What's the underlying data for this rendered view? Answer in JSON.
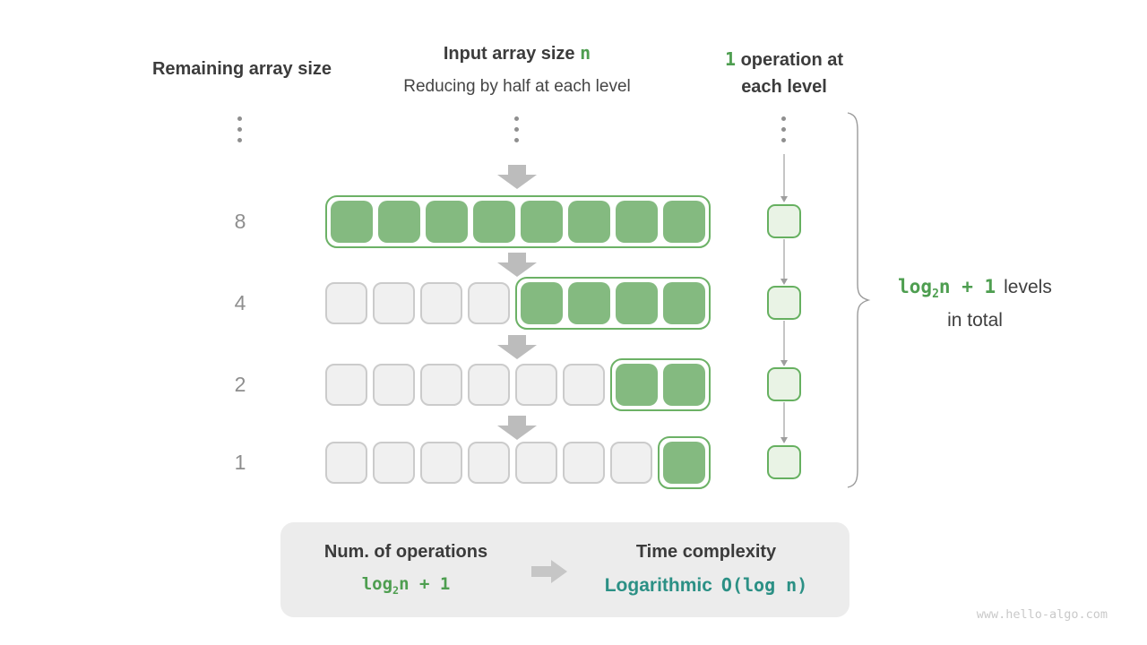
{
  "headers": {
    "left": "Remaining array size",
    "middle_line1_prefix": "Input array size ",
    "middle_line1_n": "n",
    "middle_line2": "Reducing by half at each level",
    "right_count": "1",
    "right_line1_rest": " operation at",
    "right_line2": "each level"
  },
  "levels": [
    {
      "remaining": "8",
      "total_cells": 8,
      "highlighted": 8
    },
    {
      "remaining": "4",
      "total_cells": 8,
      "highlighted": 4
    },
    {
      "remaining": "2",
      "total_cells": 8,
      "highlighted": 2
    },
    {
      "remaining": "1",
      "total_cells": 8,
      "highlighted": 1
    }
  ],
  "brace_label": {
    "formula_pre": "log",
    "formula_sub": "2",
    "formula_post": "n + 1",
    "line1_rest": "levels",
    "line2": "in total"
  },
  "summary": {
    "operations_label": "Num. of operations",
    "formula_pre": "log",
    "formula_sub": "2",
    "formula_post": "n + 1",
    "complexity_label": "Time complexity",
    "complexity_name": "Logarithmic",
    "complexity_bigO": "O(log n)"
  },
  "watermark": "www.hello-algo.com",
  "icons": {
    "down_arrow": "down-arrow-icon",
    "flow_arrow": "flow-arrow-icon",
    "connector": "connector-arrow-icon",
    "ellipsis": "ellipsis-dots-icon",
    "brace": "curly-brace-icon"
  },
  "colors": {
    "green_text": "#4e9e50",
    "teal_text": "#2b9085",
    "cell_active": "#84ba80",
    "cell_empty": "#f0f0f0",
    "highlight_border": "#6cb166",
    "ops_box_fill": "#e9f3e5",
    "ops_box_border": "#66b060",
    "arrow_gray": "#bcbcbc",
    "summary_bg": "#ececec",
    "text_dark": "#3c3c3c",
    "text_gray": "#8e8e8e"
  }
}
